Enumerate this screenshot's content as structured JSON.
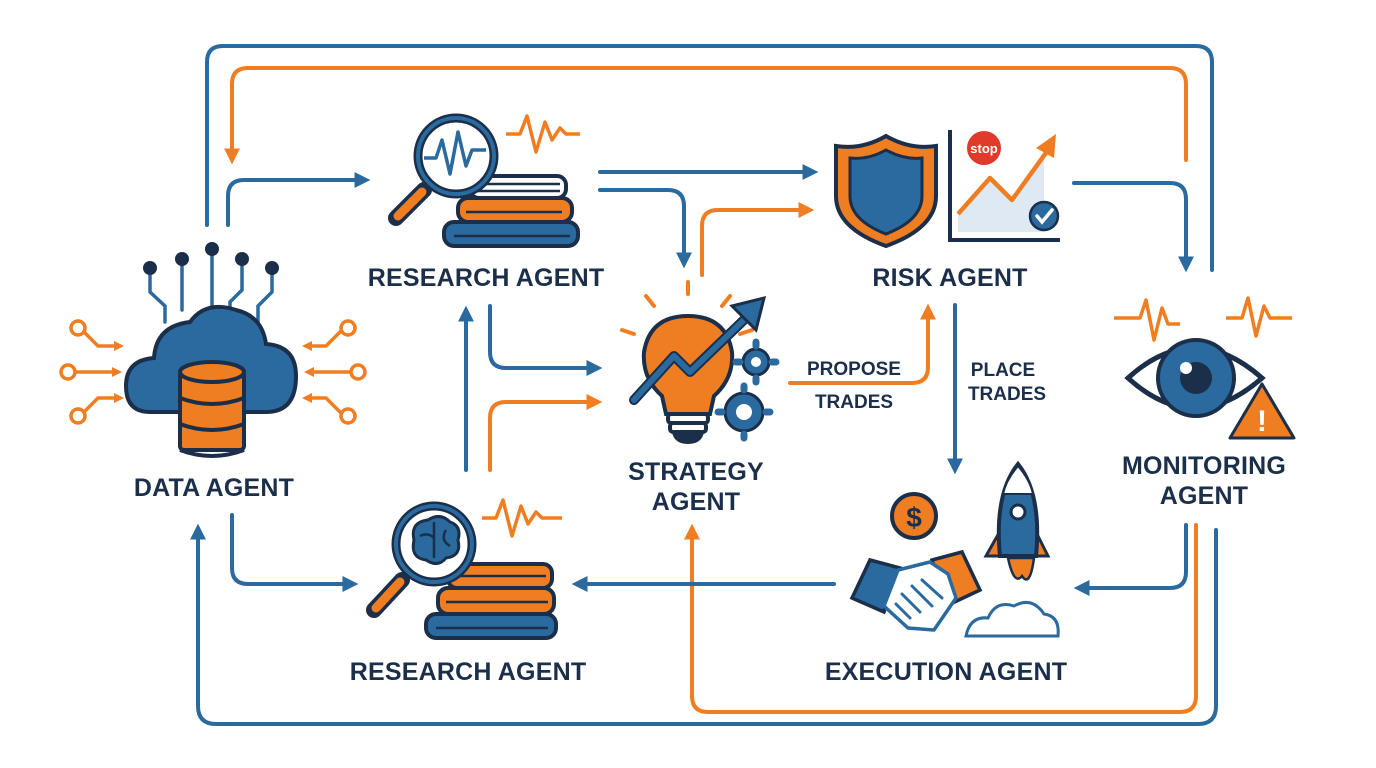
{
  "diagram": {
    "agents": {
      "data": "DATA AGENT",
      "research_top": "RESEARCH AGENT",
      "research_bottom": "RESEARCH AGENT",
      "strategy_line1": "STRATEGY",
      "strategy_line2": "AGENT",
      "risk": "RISK AGENT",
      "execution": "EXECUTION AGENT",
      "monitoring_line1": "MONITORING",
      "monitoring_line2": "AGENT"
    },
    "flow_labels": {
      "propose_line1": "PROPOSE",
      "propose_line2": "TRADES",
      "place_line1": "PLACE",
      "place_line2": "TRADES"
    },
    "badges": {
      "stop": "stop",
      "dollar": "$",
      "warning": "!"
    },
    "icons": {
      "data": "cloud-database-icon",
      "research_top": "magnifier-books-icon",
      "research_bottom": "brain-magnifier-books-icon",
      "strategy": "lightbulb-gears-icon",
      "risk": "shield-chart-icon",
      "execution": "handshake-rocket-icon",
      "monitoring": "eye-warning-icon"
    },
    "colors": {
      "primary_blue": "#2a6a9e",
      "accent_orange": "#ef7d22",
      "label_navy": "#1b2f4a"
    }
  }
}
